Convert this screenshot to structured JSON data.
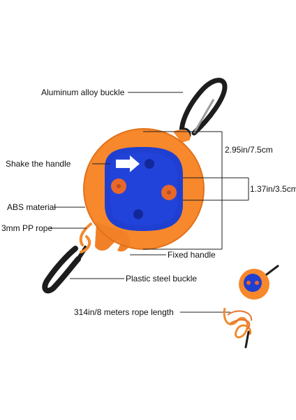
{
  "labels": {
    "buckle": "Aluminum alloy buckle",
    "shake": "Shake the handle",
    "abs": "ABS material",
    "rope": "3mm PP rope",
    "fixed": "Fixed handle",
    "plastic": "Plastic steel buckle",
    "length": "314in/8 meters rope length"
  },
  "dimensions": {
    "height": "2.95in/7.5cm",
    "hub": "1.37in/3.5cm"
  },
  "colors": {
    "orange": "#f7882c",
    "orange_dark": "#e2711b",
    "blue": "#1f3fd0",
    "blue_dark": "#12279a",
    "knob": "#e8682a",
    "hook": "#1d1d1d"
  }
}
